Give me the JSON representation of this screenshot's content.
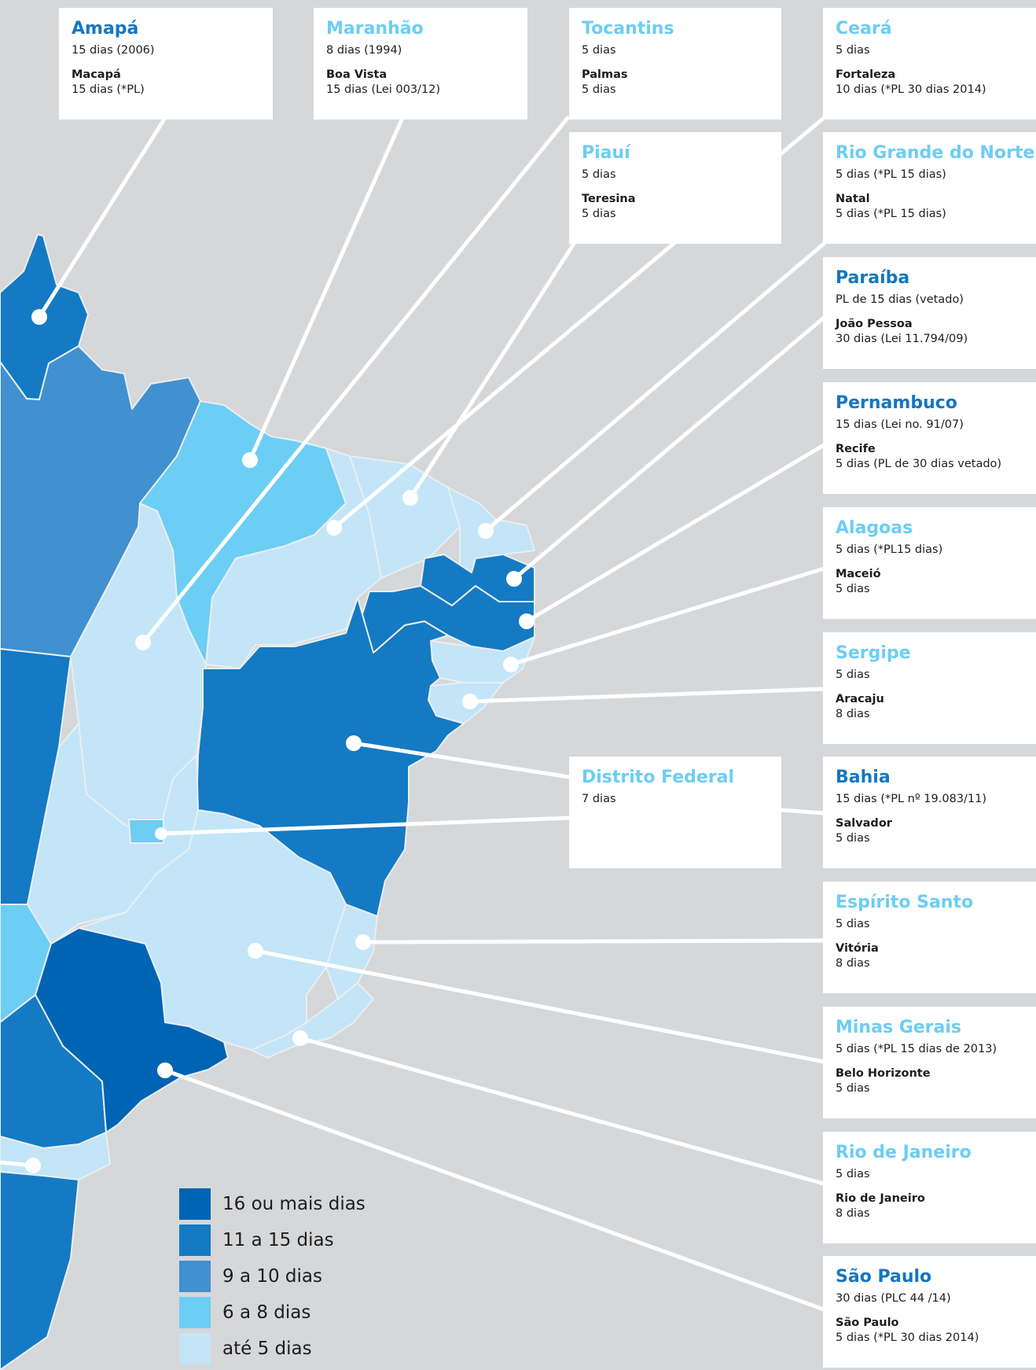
{
  "colors": {
    "background": "#d6d7d9",
    "cat_16_plus": "#0064b4",
    "cat_11_15": "#147ac3",
    "cat_9_10": "#4190cf",
    "cat_6_8": "#6ccef4",
    "cat_up_to_5": "#c3e5f7",
    "title_dark": "#1576c1",
    "title_light": "#6dcdf4"
  },
  "cards": [
    {
      "state": "Amapá",
      "state_value": "15 dias (2006)",
      "city": "Macapá",
      "city_value": "15 dias (*PL)",
      "title_color": "#1576c1"
    },
    {
      "state": "Maranhão",
      "state_value": "8 dias (1994)",
      "city": "Boa Vista",
      "city_value": "15 dias (Lei 003/12)",
      "title_color": "#6dcdf4"
    },
    {
      "state": "Tocantins",
      "state_value": "5 dias",
      "city": "Palmas",
      "city_value": "5 dias",
      "title_color": "#6dcdf4"
    },
    {
      "state": "Ceará",
      "state_value": "5 dias",
      "city": "Fortaleza",
      "city_value": "10 dias (*PL 30 dias 2014)",
      "title_color": "#6dcdf4"
    },
    {
      "state": "Piauí",
      "state_value": "5 dias",
      "city": "Teresina",
      "city_value": "5 dias",
      "title_color": "#6dcdf4"
    },
    {
      "state": "Rio Grande do Norte",
      "state_value": "5 dias (*PL 15 dias)",
      "city": "Natal",
      "city_value": "5 dias (*PL 15 dias)",
      "title_color": "#6dcdf4"
    },
    {
      "state": "Paraíba",
      "state_value": "PL de 15 dias (vetado)",
      "city": "João Pessoa",
      "city_value": "30 dias (Lei 11.794/09)",
      "title_color": "#1576c1"
    },
    {
      "state": "Pernambuco",
      "state_value": "15 dias (Lei no. 91/07)",
      "city": "Recife",
      "city_value": "5 dias (PL de 30 dias vetado)",
      "title_color": "#1576c1"
    },
    {
      "state": "Alagoas",
      "state_value": "5 dias (*PL15 dias)",
      "city": "Maceió",
      "city_value": "5 dias",
      "title_color": "#6dcdf4"
    },
    {
      "state": "Sergipe",
      "state_value": "5 dias",
      "city": "Aracaju",
      "city_value": "8 dias",
      "title_color": "#6dcdf4"
    },
    {
      "state": "Distrito Federal",
      "state_value": "7 dias",
      "city": "",
      "city_value": "",
      "title_color": "#6dcdf4"
    },
    {
      "state": "Bahia",
      "state_value": "15 dias (*PL nº 19.083/11)",
      "city": "Salvador",
      "city_value": "5 dias",
      "title_color": "#1576c1"
    },
    {
      "state": "Espírito Santo",
      "state_value": "5 dias",
      "city": "Vitória",
      "city_value": "8 dias",
      "title_color": "#6dcdf4"
    },
    {
      "state": "Minas Gerais",
      "state_value": "5 dias (*PL 15 dias de 2013)",
      "city": "Belo Horizonte",
      "city_value": "5 dias",
      "title_color": "#6dcdf4"
    },
    {
      "state": "Rio de Janeiro",
      "state_value": "5 dias",
      "city": "Rio de Janeiro",
      "city_value": "8 dias",
      "title_color": "#6dcdf4"
    },
    {
      "state": "São Paulo",
      "state_value": "30 dias (PLC 44 /14)",
      "city": "São Paulo",
      "city_value": "5 dias (*PL 30 dias 2014)",
      "title_color": "#1576c1"
    }
  ],
  "legend": [
    {
      "label": "16 ou mais dias",
      "color": "#0064b4"
    },
    {
      "label": "11 a 15 dias",
      "color": "#147ac3"
    },
    {
      "label": "9 a 10 dias",
      "color": "#4190cf"
    },
    {
      "label": "6 a 8 dias",
      "color": "#6ccef4"
    },
    {
      "label": "até 5 dias",
      "color": "#c3e5f7"
    }
  ]
}
